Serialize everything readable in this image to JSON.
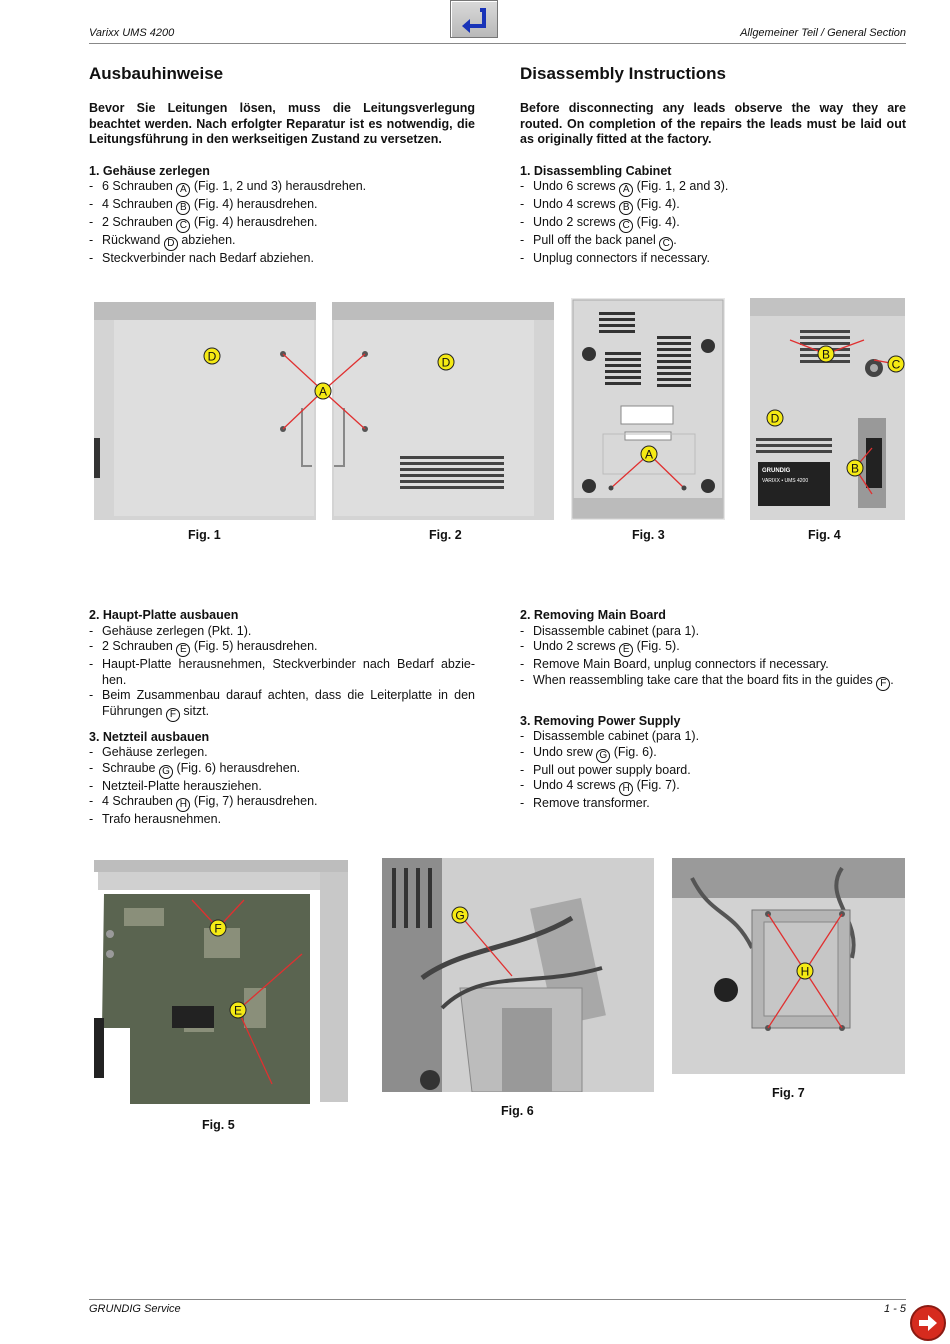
{
  "header": {
    "left": "Varixx UMS 4200",
    "right": "Allgemeiner Teil / General Section"
  },
  "footer": {
    "left": "GRUNDIG Service",
    "right": "1 - 5"
  },
  "nav": {
    "back_icon": "return-arrow-icon",
    "next_icon": "arrow-right-icon"
  },
  "de": {
    "title": "Ausbauhinweise",
    "intro": "Bevor Sie Leitungen lösen, muss die Leitungsverlegung beachtet werden. Nach erfolgter Reparatur ist es notwendig, die Leitungs­führung in den werkseitigen Zustand zu versetzen.",
    "s1": {
      "heading": "1. Gehäuse zerlegen",
      "i1a": "6 Schrauben ",
      "i1b": " (Fig. 1, 2 und 3) herausdrehen.",
      "i2a": "4 Schrauben ",
      "i2b": " (Fig. 4) herausdrehen.",
      "i3a": "2 Schrauben ",
      "i3b": " (Fig. 4) herausdrehen.",
      "i4a": "Rückwand ",
      "i4b": " abziehen.",
      "i5": "Steckverbinder nach Bedarf abziehen."
    },
    "s2": {
      "heading": "2. Haupt-Platte ausbauen",
      "i1": "Gehäuse zerlegen (Pkt. 1).",
      "i2a": "2 Schrauben ",
      "i2b": " (Fig. 5) herausdrehen.",
      "i3": "Haupt-Platte herausnehmen, Steckverbinder nach Bedarf abzie­hen.",
      "i4a": "Beim Zusammenbau darauf achten, dass die Leiterplatte in den Führungen ",
      "i4b": " sitzt."
    },
    "s3": {
      "heading": "3. Netzteil ausbauen",
      "i1": "Gehäuse zerlegen.",
      "i2a": "Schraube ",
      "i2b": " (Fig. 6) herausdrehen.",
      "i3": "Netzteil-Platte herausziehen.",
      "i4a": "4 Schrauben ",
      "i4b": " (Fig, 7) herausdrehen.",
      "i5": "Trafo herausnehmen."
    }
  },
  "en": {
    "title": "Disassembly Instructions",
    "intro": "Before disconnecting any leads observe the way they are routed. On completion of the repairs the leads must be laid out as originally fitted at the factory.",
    "s1": {
      "heading": "1. Disassembling Cabinet",
      "i1a": "Undo 6 screws ",
      "i1b": " (Fig. 1, 2 and 3).",
      "i2a": "Undo 4 screws ",
      "i2b": " (Fig. 4).",
      "i3a": "Undo 2 screws ",
      "i3b": " (Fig. 4).",
      "i4a": "Pull off the back panel ",
      "i4b": ".",
      "i5": "Unplug connectors if necessary."
    },
    "s2": {
      "heading": "2. Removing Main Board",
      "i1": "Disassemble cabinet (para 1).",
      "i2a": "Undo 2 screws ",
      "i2b": " (Fig. 5).",
      "i3": "Remove Main Board, unplug connectors if necessary.",
      "i4a": "When reassembling take care that the board fits in the guides ",
      "i4b": "."
    },
    "s3": {
      "heading": "3. Removing Power Supply",
      "i1": "Disassemble cabinet (para 1).",
      "i2a": "Undo srew ",
      "i2b": " (Fig. 6).",
      "i3": "Pull out power supply board.",
      "i4a": "Undo 4 screws ",
      "i4b": " (Fig. 7).",
      "i5": "Remove transformer."
    }
  },
  "markers": {
    "A": "A",
    "B": "B",
    "C": "C",
    "D": "D",
    "E": "E",
    "F": "F",
    "G": "G",
    "H": "H"
  },
  "figures": {
    "fig1": "Fig. 1",
    "fig2": "Fig. 2",
    "fig3": "Fig. 3",
    "fig4": "Fig. 4",
    "fig5": "Fig. 5",
    "fig6": "Fig. 6",
    "fig7": "Fig. 7"
  },
  "photo_text": {
    "fig4_brand": "GRUNDIG",
    "fig4_model": "VARIXX • UMS 4200"
  }
}
